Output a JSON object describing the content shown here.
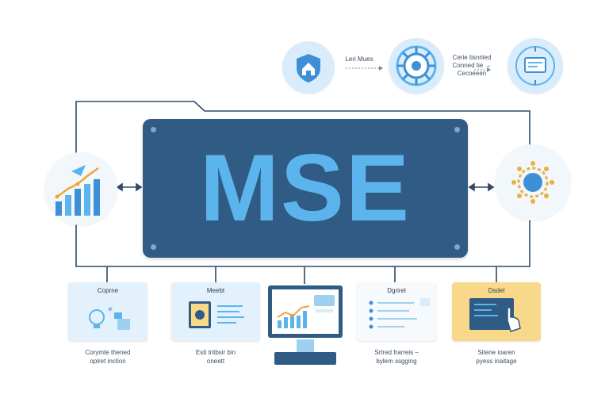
{
  "colors": {
    "panel": "#2f5b85",
    "panel_text": "#5bb4ec",
    "accent_light": "#d9ecfb",
    "yellow_card": "#f8d98a",
    "line": "#2f4a66"
  },
  "title": "MSE",
  "top_row": {
    "node1_icon": "shield-home-icon",
    "label1": "Leri Mues",
    "node2_icon": "gear-wheel-icon",
    "label2_line1": "Cerie tisnriied",
    "label2_line2": "Conned tie  →",
    "label2_line3": "Cecoeeen",
    "node3_icon": "monitor-target-icon"
  },
  "side_nodes": {
    "left_icon": "growth-chart-icon",
    "right_icon": "sun-gear-icon"
  },
  "cards": [
    {
      "title": "Coprne",
      "caption_line1": "Corymte thened",
      "caption_line2": "oplret inction"
    },
    {
      "title": "Meebt",
      "caption_line1": "Estl tritbsir bin",
      "caption_line2": "oneett"
    },
    {
      "title": "",
      "caption_line1": "",
      "caption_line2": ""
    },
    {
      "title": "Dgrirel",
      "caption_line1": "Srtred frarreis –",
      "caption_line2": "bylem ssgging"
    },
    {
      "title": "Dsdel",
      "caption_line1": "Sitene ioaren",
      "caption_line2": "pyess inaitage"
    }
  ]
}
